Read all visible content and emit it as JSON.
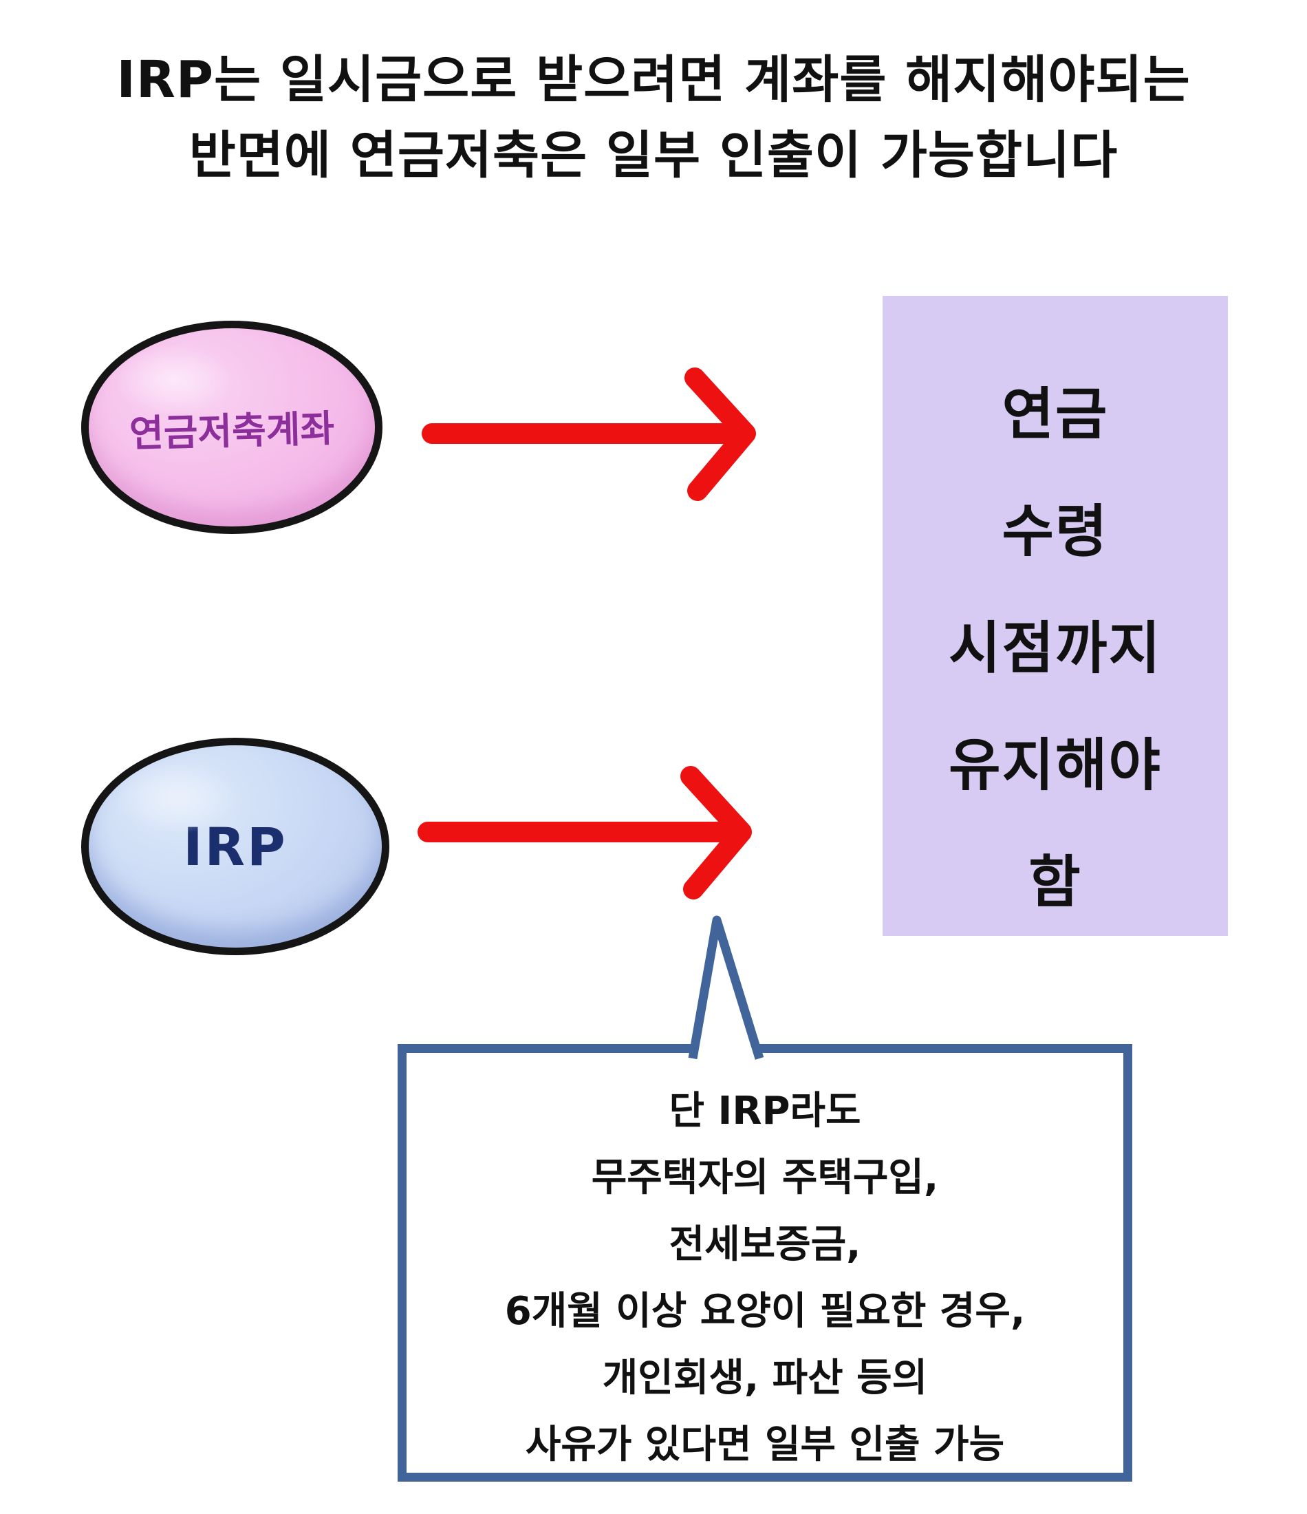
{
  "title": {
    "line1": "IRP는 일시금으로 받으려면 계좌를 해지해야되는",
    "line2": "반면에 연금저축은 일부 인출이 가능합니다"
  },
  "nodes": {
    "pension_savings": {
      "label": "연금저축계좌"
    },
    "irp": {
      "label": "IRP"
    }
  },
  "result_box": {
    "lines": [
      "연금",
      "수령",
      "시점까지",
      "유지해야",
      "함"
    ]
  },
  "callout": {
    "lines": [
      "단 IRP라도",
      "무주택자의 주택구입,",
      "전세보증금,",
      "6개월 이상 요양이 필요한 경우,",
      "개인회생, 파산 등의",
      "사유가 있다면 일부 인출 가능"
    ]
  },
  "colors": {
    "arrow_red": "#ee1111",
    "callout_blue": "#41659a",
    "lavender": "#d7cbf4",
    "pink_fill": "#f5bcea",
    "pink_hi": "#fde8fa",
    "purple_text": "#8c2f9b",
    "blue_fill": "#c7d7f4",
    "blue_hi": "#eaf1fb",
    "navy_text": "#1b2f6e",
    "ink": "#111111"
  }
}
